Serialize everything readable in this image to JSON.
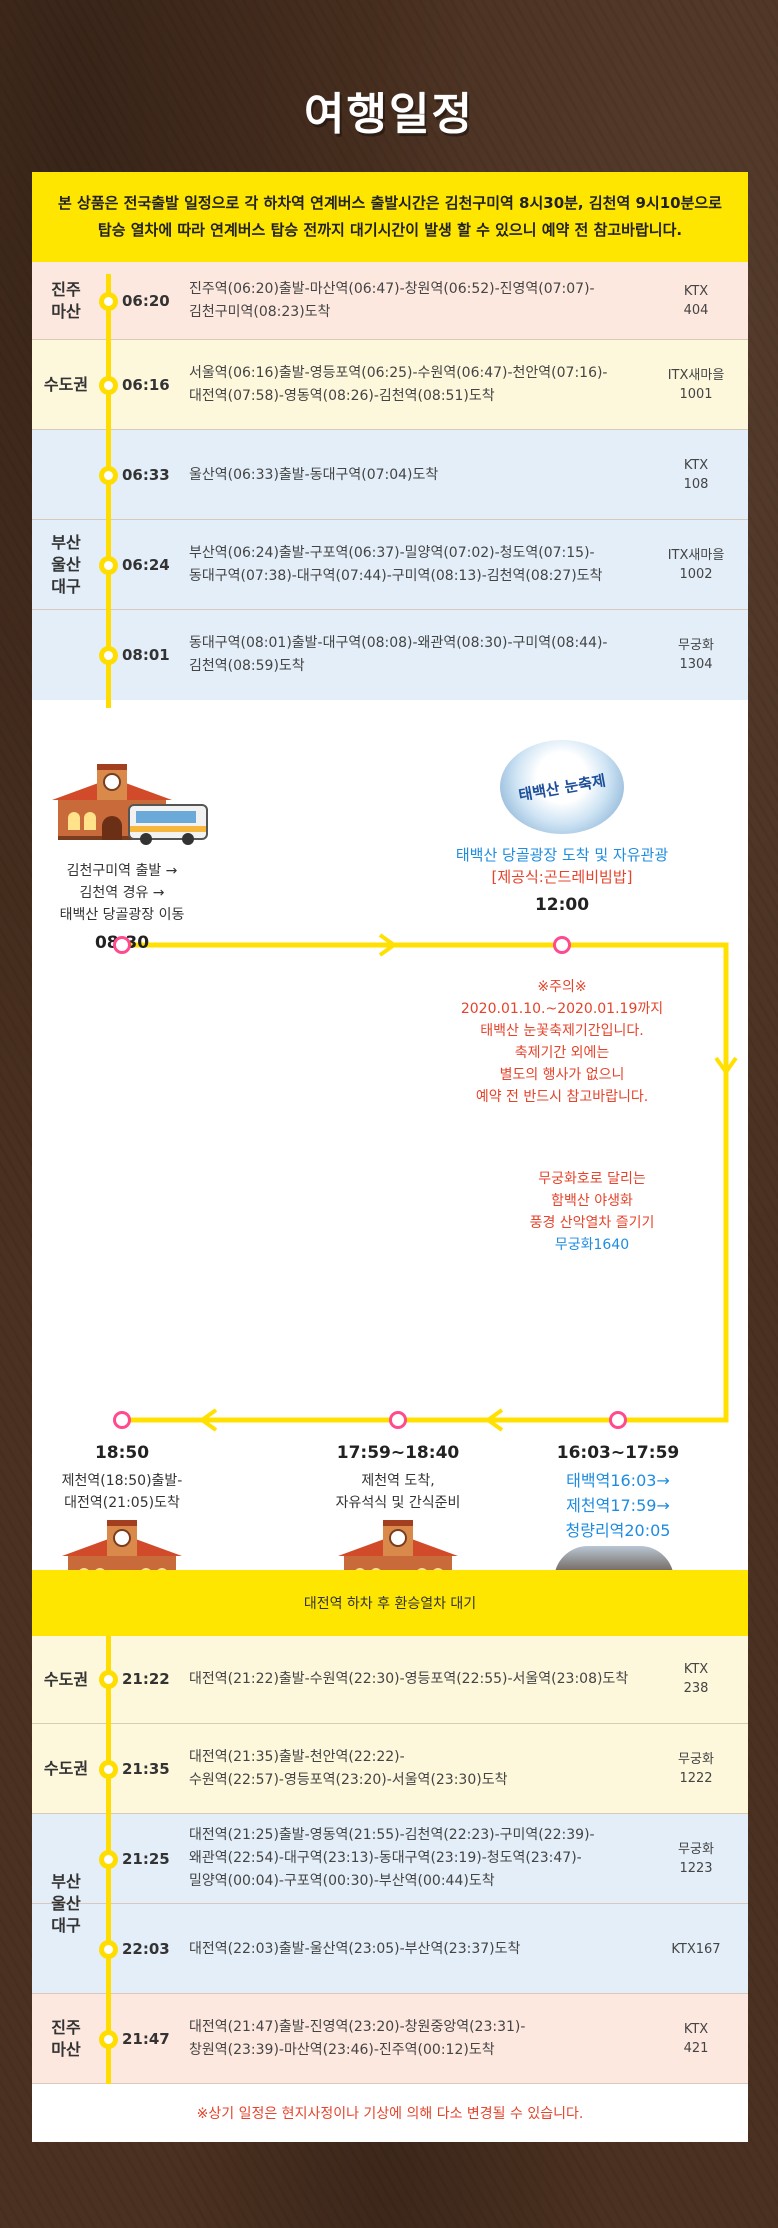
{
  "page_title": "여행일정",
  "notice": [
    "본 상품은 전국출발 일정으로 각 하차역 연계버스 출발시간은 김천구미역 8시30분, 김천역 9시10분으로",
    "탑승 열차에 따라 연계버스 탑승 전까지 대기시간이 발생 할 수 있으니 예약 전 참고바랍니다."
  ],
  "outbound": [
    {
      "region": "진주\n마산",
      "time": "06:20",
      "route": [
        "진주역(06:20)출발-마산역(06:47)-창원역(06:52)-진영역(07:07)-",
        "김천구미역(08:23)도착"
      ],
      "train": [
        "KTX",
        "404"
      ]
    },
    {
      "region": "수도권",
      "time": "06:16",
      "route": [
        "서울역(06:16)출발-영등포역(06:25)-수원역(06:47)-천안역(07:16)-",
        "대전역(07:58)-영동역(08:26)-김천역(08:51)도착"
      ],
      "train": [
        "ITX새마을",
        "1001"
      ]
    },
    {
      "region": "",
      "time": "06:33",
      "route": [
        "울산역(06:33)출발-동대구역(07:04)도착"
      ],
      "train": [
        "KTX",
        "108"
      ]
    },
    {
      "region": "",
      "time": "06:24",
      "route": [
        "부산역(06:24)출발-구포역(06:37)-밀양역(07:02)-청도역(07:15)-",
        "동대구역(07:38)-대구역(07:44)-구미역(08:13)-김천역(08:27)도착"
      ],
      "train": [
        "ITX새마을",
        "1002"
      ]
    },
    {
      "region": "",
      "time": "08:01",
      "route": [
        "동대구역(08:01)출발-대구역(08:08)-왜관역(08:30)-구미역(08:44)-",
        "김천역(08:59)도착"
      ],
      "train": [
        "무궁화",
        "1304"
      ]
    }
  ],
  "outbound_busan_region": "부산\n울산\n대구",
  "mid": {
    "badge_text": "태백산 눈축제",
    "stop1": {
      "desc": [
        "김천구미역 출발 →",
        "김천역 경유 →",
        "태백산 당골광장 이동"
      ],
      "time": "08:30"
    },
    "stop2": {
      "desc": [
        "태백산 당골광장 도착 및 자유관광",
        "[제공식:곤드레비빔밥]"
      ],
      "time": "12:00"
    },
    "caution": [
      "※주의※",
      "2020.01.10.~2020.01.19까지",
      "태백산 눈꽃축제기간입니다.",
      "축제기간 외에는",
      "별도의 행사가 없으니",
      "예약 전 반드시 참고바랍니다."
    ],
    "train_info": [
      "무궁화호로 달리는",
      "함백산 야생화",
      "풍경 산악열차 즐기기",
      "무궁화1640"
    ],
    "stop3": {
      "time": "16:03~17:59",
      "desc": [
        "태백역16:03→",
        "제천역17:59→",
        "청량리역20:05"
      ]
    },
    "stop4": {
      "time": "17:59~18:40",
      "desc": [
        "제천역 도착,",
        "자유석식 및 간식준비"
      ]
    },
    "stop5": {
      "time": "18:50",
      "desc": [
        "제천역(18:50)출발-",
        "대전역(21:05)도착"
      ]
    }
  },
  "banner": "대전역 하차 후 환승열차 대기",
  "return": [
    {
      "region": "수도권",
      "time": "21:22",
      "route": [
        "대전역(21:22)출발-수원역(22:30)-영등포역(22:55)-서울역(23:08)도착"
      ],
      "train": [
        "KTX",
        "238"
      ]
    },
    {
      "region": "수도권",
      "time": "21:35",
      "route": [
        "대전역(21:35)출발-천안역(22:22)-",
        "수원역(22:57)-영등포역(23:20)-서울역(23:30)도착"
      ],
      "train": [
        "무궁화",
        "1222"
      ]
    },
    {
      "region": "",
      "time": "21:25",
      "route": [
        "대전역(21:25)출발-영동역(21:55)-김천역(22:23)-구미역(22:39)-",
        "왜관역(22:54)-대구역(23:13)-동대구역(23:19)-청도역(23:47)-",
        "밀양역(00:04)-구포역(00:30)-부산역(00:44)도착"
      ],
      "train": [
        "무궁화",
        "1223"
      ]
    },
    {
      "region": "",
      "time": "22:03",
      "route": [
        "대전역(22:03)출발-울산역(23:05)-부산역(23:37)도착"
      ],
      "train": [
        "KTX167"
      ]
    },
    {
      "region": "진주\n마산",
      "time": "21:47",
      "route": [
        "대전역(21:47)출발-진영역(23:20)-창원중앙역(23:31)-",
        "창원역(23:39)-마산역(23:46)-진주역(00:12)도착"
      ],
      "train": [
        "KTX",
        "421"
      ]
    }
  ],
  "return_busan_region": "부산\n울산\n대구",
  "footer": "※상기 일정은 현지사정이나 기상에 의해 다소 변경될 수 있습니다.",
  "colors": {
    "yellow": "#ffe600",
    "pink_row": "#fde8df",
    "yellow_row": "#fdf7dc",
    "blue_row": "#e3eef8",
    "accent_blue": "#1f8ce0",
    "accent_red": "#e5442c",
    "dot_pink": "#ff4a8d",
    "background": "#4b3121"
  }
}
